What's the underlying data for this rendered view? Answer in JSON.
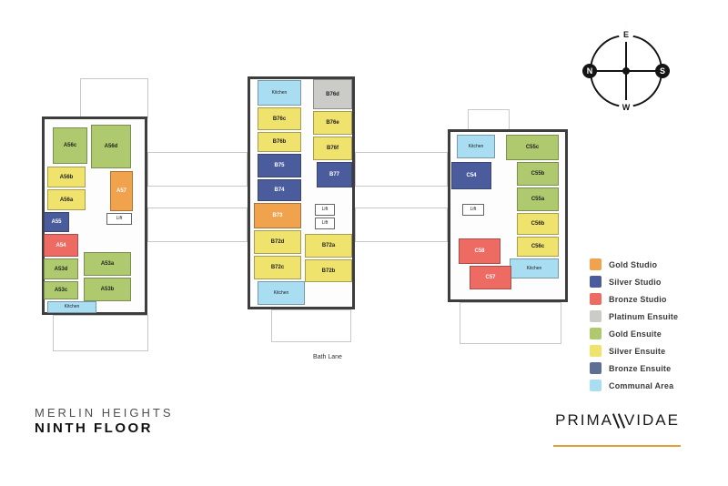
{
  "page": {
    "title": "MERLIN HEIGHTS",
    "subtitle": "NINTH FLOOR"
  },
  "brand": {
    "left": "PRIMA",
    "right": "VIDAE"
  },
  "compass": {
    "top": "E",
    "left": "N",
    "right": "S",
    "bottom": "W"
  },
  "street_label": "Bath Lane",
  "legend": {
    "items": [
      {
        "key": "gold_studio",
        "label": "Gold Studio",
        "color": "#F0A24C"
      },
      {
        "key": "silver_studio",
        "label": "Silver Studio",
        "color": "#4B5C9D"
      },
      {
        "key": "bronze_studio",
        "label": "Bronze Studio",
        "color": "#EE6B64"
      },
      {
        "key": "platinum_ensuite",
        "label": "Platinum Ensuite",
        "color": "#CBCBC8"
      },
      {
        "key": "gold_ensuite",
        "label": "Gold Ensuite",
        "color": "#AFCA6E"
      },
      {
        "key": "silver_ensuite",
        "label": "Silver Ensuite",
        "color": "#EFE26D"
      },
      {
        "key": "bronze_ensuite",
        "label": "Bronze Ensuite",
        "color": "#5E6F93"
      },
      {
        "key": "communal",
        "label": "Communal Area",
        "color": "#A9DEF2"
      }
    ]
  },
  "blocks": [
    {
      "rooms": [
        {
          "label": "A56c",
          "type": "gold_ensuite"
        },
        {
          "label": "A56d",
          "type": "gold_ensuite"
        },
        {
          "label": "A56b",
          "type": "silver_ensuite"
        },
        {
          "label": "A56a",
          "type": "silver_ensuite"
        },
        {
          "label": "A57",
          "type": "gold_studio"
        },
        {
          "label": "A55",
          "type": "silver_studio"
        },
        {
          "label": "A54",
          "type": "bronze_studio"
        },
        {
          "label": "A53d",
          "type": "gold_ensuite"
        },
        {
          "label": "A53c",
          "type": "gold_ensuite"
        },
        {
          "label": "A53a",
          "type": "gold_ensuite"
        },
        {
          "label": "A53b",
          "type": "gold_ensuite"
        },
        {
          "label": "Kitchen",
          "type": "communal"
        },
        {
          "label": "Lift"
        }
      ]
    },
    {
      "rooms": [
        {
          "label": "Kitchen",
          "type": "communal"
        },
        {
          "label": "B76d",
          "type": "platinum_ensuite"
        },
        {
          "label": "B76c",
          "type": "silver_ensuite"
        },
        {
          "label": "B76b",
          "type": "silver_ensuite"
        },
        {
          "label": "B76e",
          "type": "silver_ensuite"
        },
        {
          "label": "B76f",
          "type": "silver_ensuite"
        },
        {
          "label": "B75",
          "type": "silver_studio"
        },
        {
          "label": "B77",
          "type": "silver_studio"
        },
        {
          "label": "B74",
          "type": "silver_studio"
        },
        {
          "label": "B73",
          "type": "gold_studio"
        },
        {
          "label": "B72d",
          "type": "silver_ensuite"
        },
        {
          "label": "B72a",
          "type": "silver_ensuite"
        },
        {
          "label": "B72c",
          "type": "silver_ensuite"
        },
        {
          "label": "B72b",
          "type": "silver_ensuite"
        },
        {
          "label": "Kitchen",
          "type": "communal"
        },
        {
          "label": "Lift"
        },
        {
          "label": "Lift"
        }
      ]
    },
    {
      "rooms": [
        {
          "label": "Kitchen",
          "type": "communal"
        },
        {
          "label": "C54",
          "type": "silver_studio"
        },
        {
          "label": "C55c",
          "type": "gold_ensuite"
        },
        {
          "label": "C55b",
          "type": "gold_ensuite"
        },
        {
          "label": "C55a",
          "type": "gold_ensuite"
        },
        {
          "label": "C56b",
          "type": "silver_ensuite"
        },
        {
          "label": "C56c",
          "type": "silver_ensuite"
        },
        {
          "label": "Kitchen",
          "type": "communal"
        },
        {
          "label": "C58",
          "type": "bronze_studio"
        },
        {
          "label": "C57",
          "type": "bronze_studio"
        },
        {
          "label": "Lift"
        }
      ]
    }
  ]
}
